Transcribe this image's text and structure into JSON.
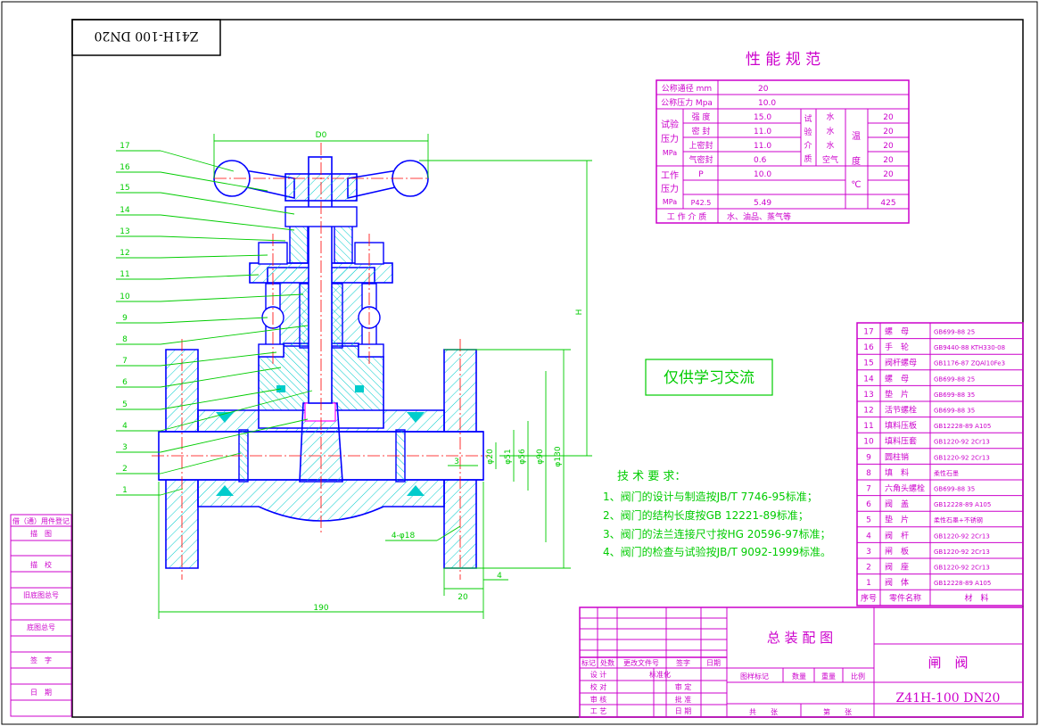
{
  "title_block_corner": "Z41H-100 DN20",
  "performance": {
    "title": "性 能 规 范",
    "nominal_diameter_label": "公称通径 mm",
    "nominal_diameter": "20",
    "nominal_pressure_label": "公称压力 Mpa",
    "nominal_pressure": "10.0",
    "test_pressure_label": [
      "试验",
      "压力",
      "MPa"
    ],
    "test_rows": [
      {
        "name": "强 度",
        "value": "15.0",
        "medium": "水",
        "temp": "20"
      },
      {
        "name": "密 封",
        "value": "11.0",
        "medium": "水",
        "temp": "20"
      },
      {
        "name": "上密封",
        "value": "11.0",
        "medium": "水",
        "temp": "20"
      },
      {
        "name": "气密封",
        "value": "0.6",
        "medium": "空气",
        "temp": "20"
      }
    ],
    "test_medium_label": [
      "试",
      "验",
      "介",
      "质"
    ],
    "temp_label": [
      "温",
      "度",
      "℃"
    ],
    "work_pressure_label": [
      "工作",
      "压力",
      "MPa"
    ],
    "work_p_label": "P",
    "work_p_value": "10.0",
    "work_p_temp": "20",
    "work_p425_label": "P42.5",
    "work_p425_value": "5.49",
    "work_p425_temp": "425",
    "work_medium_label": "工 作 介 质",
    "work_medium": "水、油品、蒸气等"
  },
  "watermark": "仅供学习交流",
  "tech": {
    "title": "技 术 要 求：",
    "items": [
      "1、阀门的设计与制造按JB/T 7746-95标准；",
      "2、阀门的结构长度按GB 12221-89标准；",
      "3、阀门的法兰连接尺寸按HG 20596-97标准；",
      "4、阀门的检查与试验按JB/T 9092-1999标准。"
    ]
  },
  "parts": {
    "header": {
      "no": "序号",
      "name": "零件名称",
      "material": "材　料"
    },
    "rows": [
      {
        "no": "17",
        "name": "螺　母",
        "material": "GB699-88 25"
      },
      {
        "no": "16",
        "name": "手　轮",
        "material": "GB9440-88 KTH330-08"
      },
      {
        "no": "15",
        "name": "阀杆螺母",
        "material": "GB1176-87 ZQAl10Fe3"
      },
      {
        "no": "14",
        "name": "螺　母",
        "material": "GB699-88 25"
      },
      {
        "no": "13",
        "name": "垫　片",
        "material": "GB699-88 35"
      },
      {
        "no": "12",
        "name": "活节螺栓",
        "material": "GB699-88 35"
      },
      {
        "no": "11",
        "name": "填料压板",
        "material": "GB12228-89 A105"
      },
      {
        "no": "10",
        "name": "填料压套",
        "material": "GB1220-92 2Cr13"
      },
      {
        "no": "9",
        "name": "圆柱销",
        "material": "GB1220-92 2Cr13"
      },
      {
        "no": "8",
        "name": "填　料",
        "material": "柔性石墨"
      },
      {
        "no": "7",
        "name": "六角头螺栓",
        "material": "GB699-88 35"
      },
      {
        "no": "6",
        "name": "阀　盖",
        "material": "GB12228-89 A105"
      },
      {
        "no": "5",
        "name": "垫　片",
        "material": "柔性石墨+不锈钢"
      },
      {
        "no": "4",
        "name": "阀　杆",
        "material": "GB1220-92 2Cr13"
      },
      {
        "no": "3",
        "name": "闸　板",
        "material": "GB1220-92 2Cr13"
      },
      {
        "no": "2",
        "name": "阀　座",
        "material": "GB1220-92 2Cr13"
      },
      {
        "no": "1",
        "name": "阀　体",
        "material": "GB12228-89 A105"
      }
    ]
  },
  "title_block": {
    "drawing_title": "总 装 配 图",
    "product_name": "闸　阀",
    "model": "Z41H-100 DN20",
    "rev_headers": [
      "标记",
      "处数",
      "更改文件号",
      "签字",
      "日期"
    ],
    "role_rows": [
      [
        "设 计",
        "标准化"
      ],
      [
        "校 对",
        "审 定"
      ],
      [
        "审 核",
        "批 准"
      ],
      [
        "工 艺",
        "日 期"
      ]
    ],
    "stage_label": "图样标记",
    "qty_label": "数量",
    "weight_label": "重量",
    "scale_label": "比例",
    "sheet_total": "共　　张",
    "sheet_no": "第　　张"
  },
  "side_block": [
    "借（通）用件登记",
    "描　图",
    "描　校",
    "旧底图总号",
    "底图总号",
    "签　字",
    "日　期"
  ],
  "leaders": [
    "17",
    "16",
    "15",
    "14",
    "13",
    "12",
    "11",
    "10",
    "9",
    "8",
    "7",
    "6",
    "5",
    "4",
    "3",
    "2",
    "1"
  ],
  "dims": {
    "d0": "D0",
    "h": "H",
    "d20": "φ20",
    "d51": "φ51",
    "d56": "φ56",
    "d90": "φ90",
    "d130": "φ130",
    "len190": "190",
    "len20": "20",
    "len4": "4",
    "len3": "3",
    "holes": "4-φ18"
  },
  "colors": {
    "frame": "#000000",
    "table": "#cc00cc",
    "dimension": "#00cc00",
    "outline": "#0000ff",
    "hatch": "#00cccc",
    "center": "#ff0000",
    "part": "#ff00ff"
  }
}
